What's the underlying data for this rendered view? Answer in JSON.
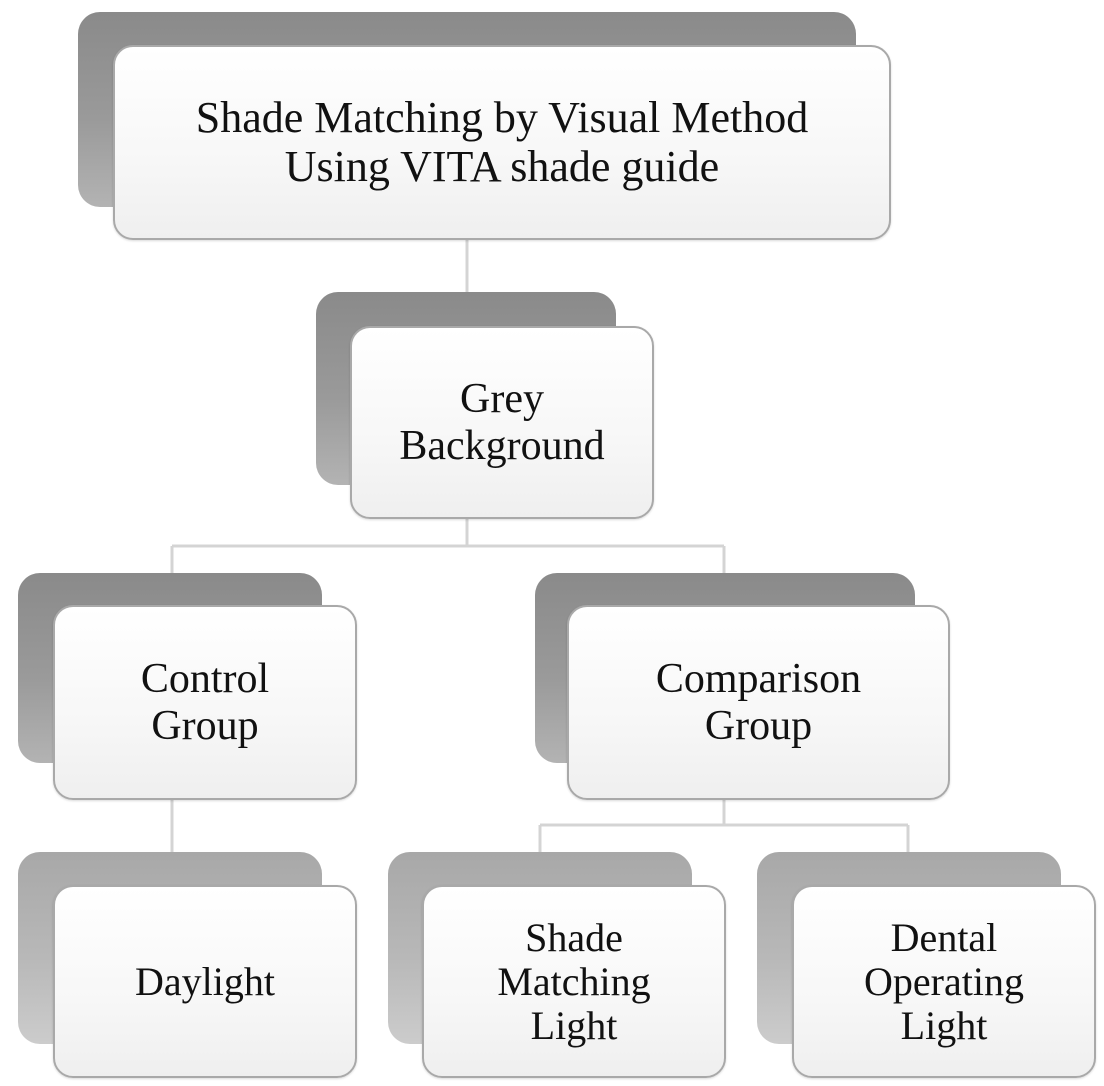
{
  "diagram": {
    "root": {
      "lines": [
        "Shade Matching by Visual Method",
        "Using VITA shade guide"
      ]
    },
    "background": {
      "lines": [
        "Grey",
        "Background"
      ]
    },
    "control_group": {
      "lines": [
        "Control",
        "Group"
      ]
    },
    "comparison_group": {
      "lines": [
        "Comparison",
        "Group"
      ]
    },
    "daylight": {
      "lines": [
        "Daylight"
      ]
    },
    "shade_matching_light": {
      "lines": [
        "Shade",
        "Matching",
        "Light"
      ]
    },
    "dental_operating_light": {
      "lines": [
        "Dental",
        "Operating",
        "Light"
      ]
    }
  }
}
